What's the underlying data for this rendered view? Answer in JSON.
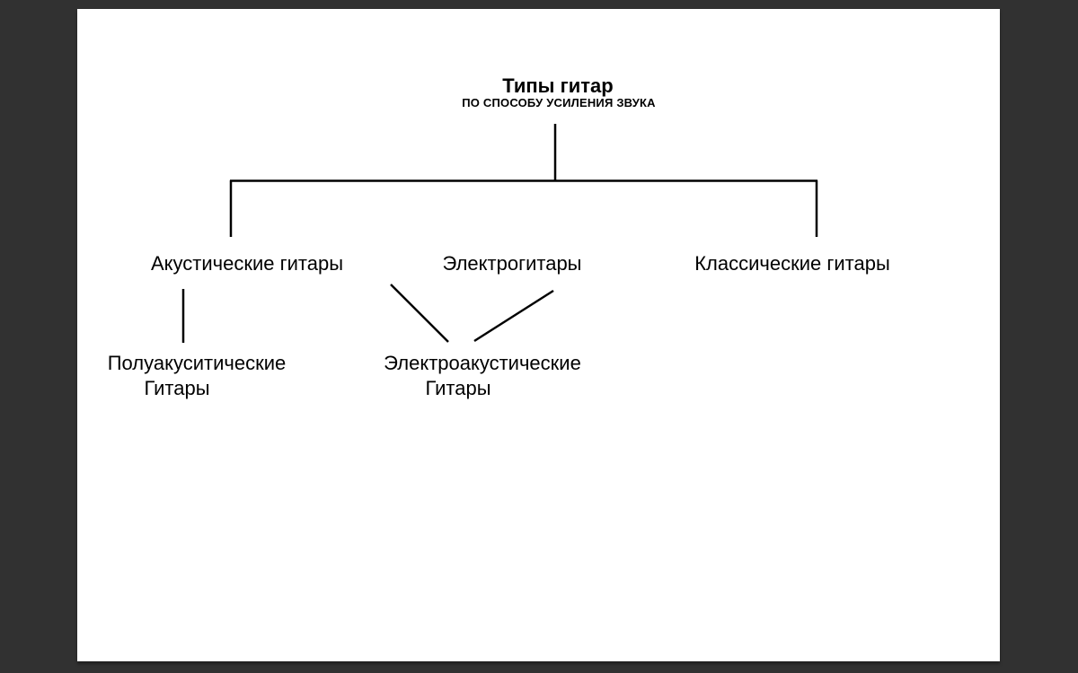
{
  "window": {
    "background_color": "#313131",
    "page_color": "#ffffff"
  },
  "diagram": {
    "type": "tree",
    "title": "Типы гитар",
    "subtitle": "ПО СПОСОБУ УСИЛЕНИЯ ЗВУКА",
    "line_color": "#000000",
    "text_color": "#000000",
    "nodes": {
      "root": {
        "label": "Типы гитар"
      },
      "acoustic": {
        "label": "Акустические гитары"
      },
      "electric": {
        "label": "Электрогитары"
      },
      "classical": {
        "label": "Классические гитары"
      },
      "semi_acoustic": {
        "line1": "Полуакуситические",
        "line2": "Гитары"
      },
      "electro_acoustic": {
        "line1": "Электроакустические",
        "line2": "Гитары"
      }
    },
    "edges": [
      {
        "from": "root",
        "to": "acoustic"
      },
      {
        "from": "root",
        "to": "electric"
      },
      {
        "from": "root",
        "to": "classical"
      },
      {
        "from": "acoustic",
        "to": "semi_acoustic"
      },
      {
        "from": "acoustic",
        "to": "electro_acoustic"
      },
      {
        "from": "electric",
        "to": "electro_acoustic"
      }
    ]
  }
}
